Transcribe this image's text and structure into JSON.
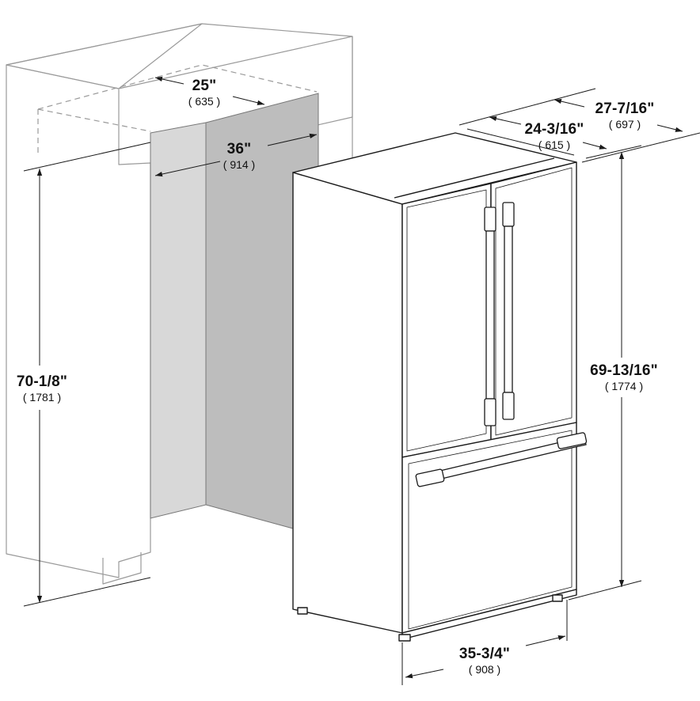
{
  "dimensions": {
    "cutout_depth": {
      "imperial": "25\"",
      "metric": "635"
    },
    "cutout_width": {
      "imperial": "36\"",
      "metric": "914"
    },
    "cutout_height": {
      "imperial": "70-1/8\"",
      "metric": "1781"
    },
    "depth_with_handles": {
      "imperial": "27-7/16\"",
      "metric": "697"
    },
    "cabinet_depth": {
      "imperial": "24-3/16\"",
      "metric": "615"
    },
    "fridge_height": {
      "imperial": "69-13/16\"",
      "metric": "1774"
    },
    "fridge_width": {
      "imperial": "35-3/4\"",
      "metric": "908"
    }
  },
  "colors": {
    "line": "#1a1a1a",
    "cabinet_line": "#9a9a9a",
    "back_wall_left": "#d8d8d8",
    "back_wall_right": "#bdbdbd"
  }
}
